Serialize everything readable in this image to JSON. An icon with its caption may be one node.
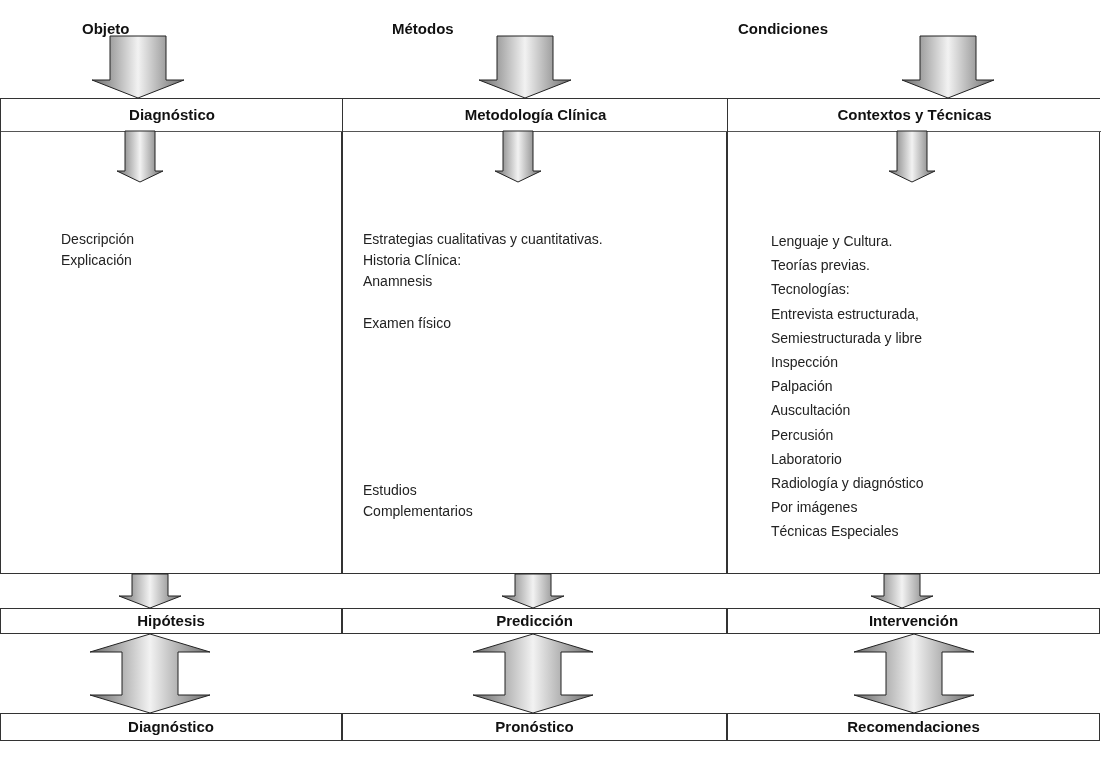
{
  "diagram": {
    "nodes": [
      {
        "text": [
          "Objeto"
        ]
      },
      {
        "text": [
          "Métodos"
        ]
      },
      {
        "text": [
          "Condiciones"
        ]
      },
      {
        "text": [],
        "shape": "box"
      },
      {
        "text": [
          "Diagnóstico"
        ],
        "in": 3
      },
      {
        "text": [
          "Descripción",
          "Explicación"
        ],
        "in": 3
      },
      {
        "text": [],
        "shape": "box"
      },
      {
        "text": [
          "Metodología Clínica"
        ],
        "in": 6
      },
      {
        "text": [
          "Estrategias cualitativas y cuantitativas.",
          "Historia Clínica: Anamnesis",
          "Examen físico",
          "Estudios Complementarios"
        ],
        "in": 6
      },
      {
        "text": [],
        "shape": "box"
      },
      {
        "text": [
          "Contextos y Técnicas"
        ],
        "in": 9
      },
      {
        "text": [
          "Lenguaje y Cultura.",
          "Teorías previas.",
          "Tecnologías:",
          "Entrevista estructurada, Semiestructurada y libre",
          "Inspección",
          "Palpación",
          "Auscultación",
          "Percusión",
          "Laboratorio",
          "Radiología y diagnóstico Por imágenes",
          "Técnicas Especiales"
        ],
        "in": 9
      },
      {
        "text": [
          "Hipótesis"
        ]
      },
      {
        "text": [
          "Predicción"
        ]
      },
      {
        "text": [
          "Intervención"
        ]
      },
      {
        "text": [
          "Diagnóstico"
        ]
      },
      {
        "text": [
          "Pronóstico"
        ]
      },
      {
        "text": [
          "Recomendaciones"
        ]
      }
    ],
    "edges": [
      {
        "from": 0,
        "to": 4,
        "arrow": "to"
      },
      {
        "from": 1,
        "to": 7,
        "arrow": "to"
      },
      {
        "from": 2,
        "to": 10,
        "arrow": "to"
      },
      {
        "from": 4,
        "to": 5,
        "arrow": "to"
      },
      {
        "from": 7,
        "to": 8,
        "arrow": "to"
      },
      {
        "from": 10,
        "to": 11,
        "arrow": "to"
      },
      {
        "from": 3,
        "to": 12,
        "arrow": "to"
      },
      {
        "from": 6,
        "to": 13,
        "arrow": "to"
      },
      {
        "from": 9,
        "to": 14,
        "arrow": "to"
      },
      {
        "from": 12,
        "to": 15,
        "arrow": "both"
      },
      {
        "from": 13,
        "to": 16,
        "arrow": "both"
      },
      {
        "from": 14,
        "to": 17,
        "arrow": "both"
      }
    ]
  }
}
